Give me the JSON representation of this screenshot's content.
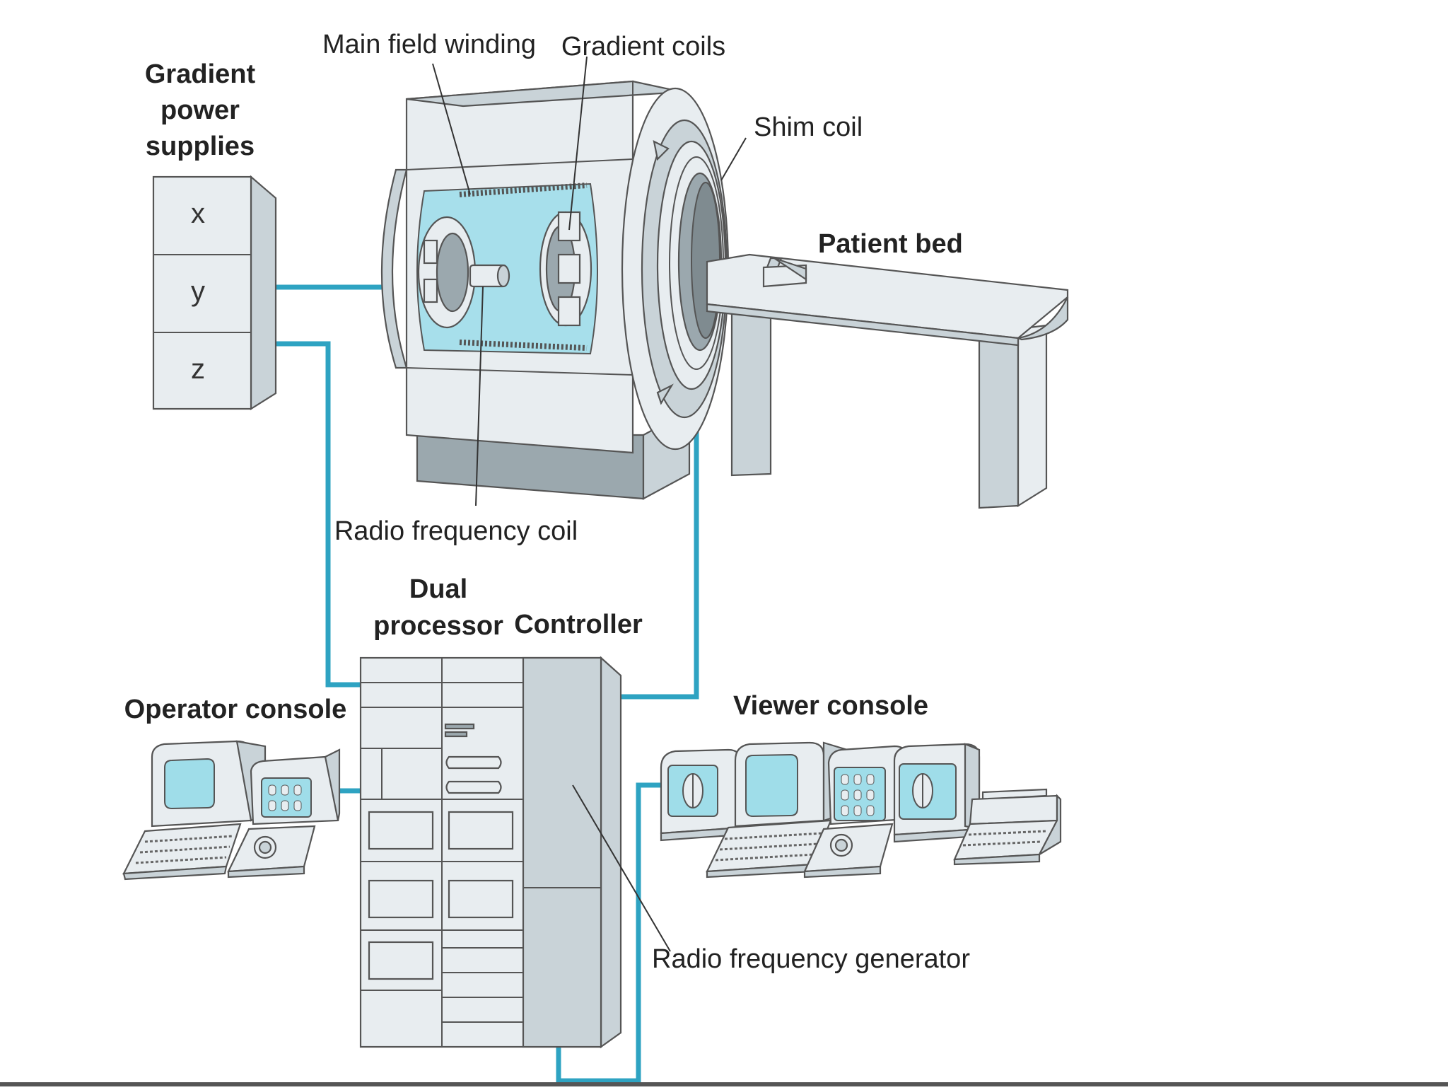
{
  "labels": {
    "gradient_power_supplies": [
      "Gradient",
      "power",
      "supplies"
    ],
    "axes": [
      "x",
      "y",
      "z"
    ],
    "main_field_winding": "Main field winding",
    "gradient_coils": "Gradient coils",
    "shim_coil": "Shim coil",
    "patient_bed": "Patient bed",
    "radio_frequency_coil": "Radio frequency coil",
    "dual_processor": [
      "Dual",
      "processor"
    ],
    "controller": "Controller",
    "operator_console": "Operator console",
    "viewer_console": "Viewer console",
    "radio_frequency_generator": "Radio frequency generator"
  },
  "colors": {
    "wire": "#2ea3c2",
    "screen": "#9fdde9",
    "equipment": "#e8edf0"
  }
}
